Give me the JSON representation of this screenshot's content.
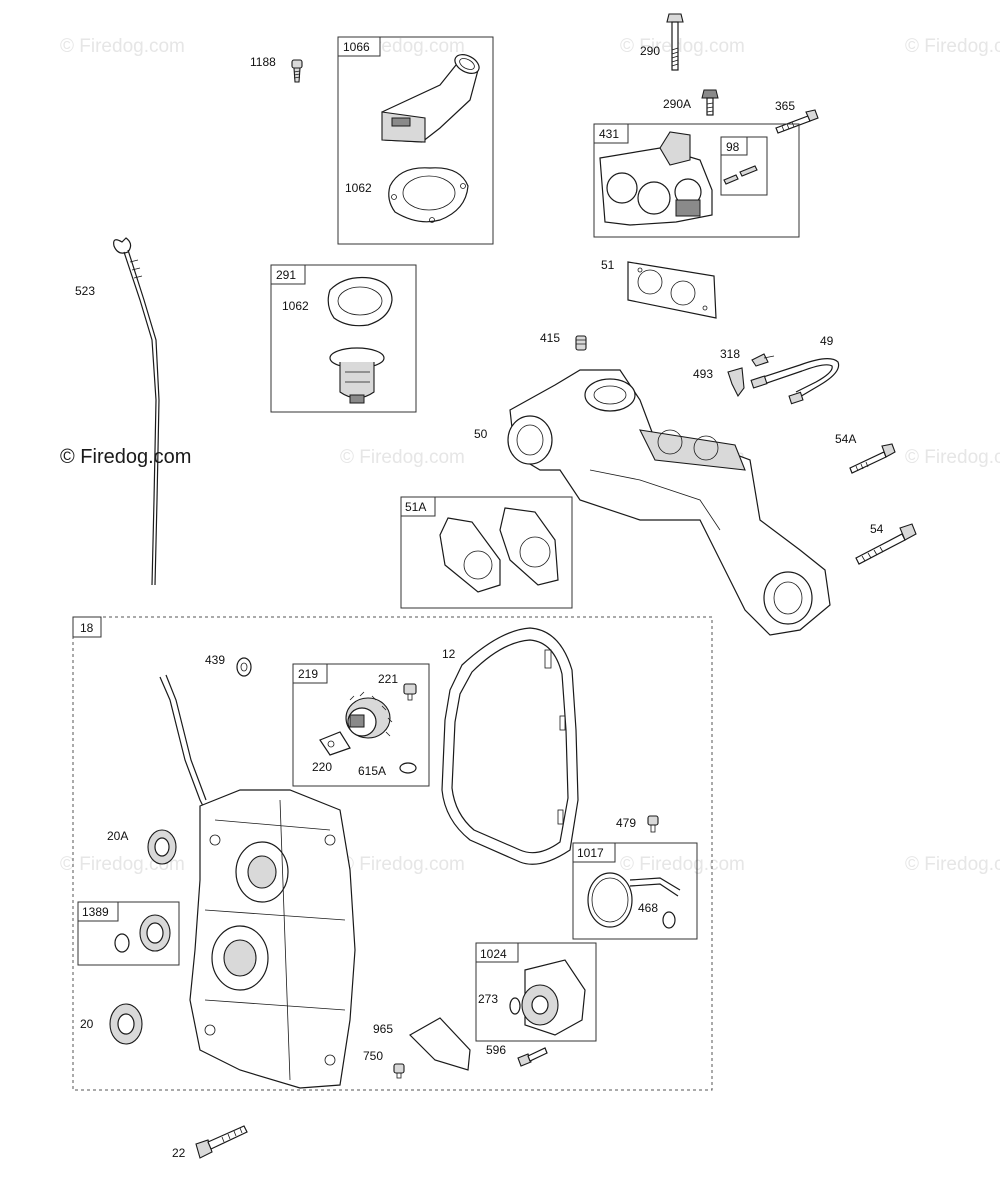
{
  "watermark": "© Firedog.com",
  "main_watermark": "© Firedog.com",
  "labels": {
    "p1188": "1188",
    "p290": "290",
    "p290A": "290A",
    "p365": "365",
    "p1062a": "1062",
    "p1062b": "1062",
    "p523": "523",
    "p51": "51",
    "p415": "415",
    "p318": "318",
    "p49": "49",
    "p493": "493",
    "p50": "50",
    "p54A": "54A",
    "p54": "54",
    "p439": "439",
    "p12": "12",
    "p221": "221",
    "p220": "220",
    "p615A": "615A",
    "p20A": "20A",
    "p479": "479",
    "p468": "468",
    "p273": "273",
    "p20": "20",
    "p965": "965",
    "p750": "750",
    "p596": "596",
    "p22": "22"
  },
  "boxes": {
    "b1066": "1066",
    "b431": "431",
    "b98": "98",
    "b291": "291",
    "b51A": "51A",
    "b18": "18",
    "b219": "219",
    "b1389": "1389",
    "b1017": "1017",
    "b1024": "1024"
  }
}
